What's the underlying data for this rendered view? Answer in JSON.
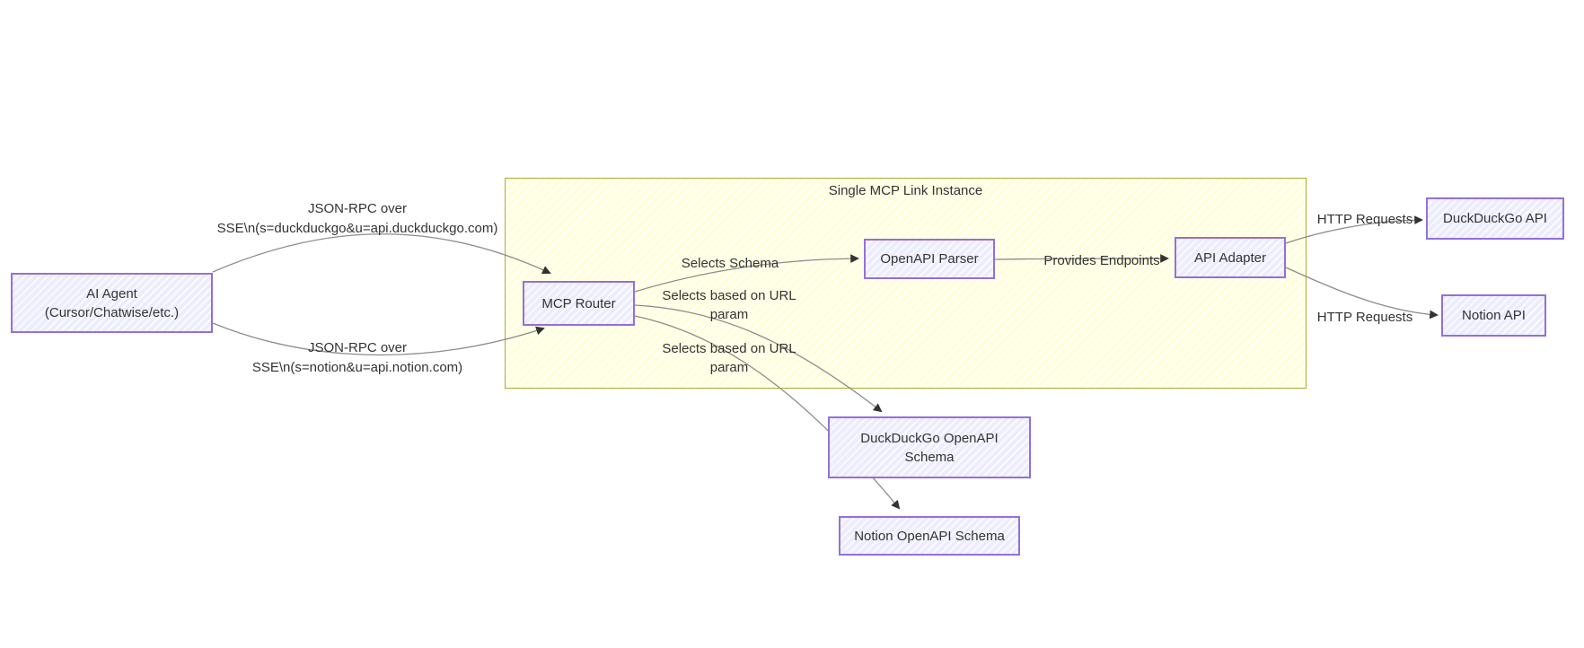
{
  "colors": {
    "background": "#FFFFFF",
    "node_fill": "#ECECFF",
    "node_border": "#9370DB",
    "container_fill": "#FFFFDE",
    "container_border": "#AAAA33",
    "edge_line": "#8C8C8C",
    "arrowhead": "#333333",
    "text": "#333333"
  },
  "container": {
    "title": "Single MCP Link Instance"
  },
  "nodes": {
    "ai_agent": {
      "line1": "AI Agent",
      "line2": "(Cursor/Chatwise/etc.)"
    },
    "mcp_router": {
      "label": "MCP Router"
    },
    "openapi_parser": {
      "label": "OpenAPI Parser"
    },
    "api_adapter": {
      "label": "API Adapter"
    },
    "duckduckgo_api": {
      "label": "DuckDuckGo API"
    },
    "notion_api": {
      "label": "Notion API"
    },
    "duckduckgo_schema": {
      "line1": "DuckDuckGo OpenAPI",
      "line2": "Schema"
    },
    "notion_schema": {
      "label": "Notion OpenAPI Schema"
    }
  },
  "edge_labels": {
    "agent_to_router_duckduckgo": {
      "line1": "JSON-RPC over",
      "line2": "SSE\\n(s=duckduckgo&u=api.duckduckgo.com)"
    },
    "agent_to_router_notion": {
      "line1": "JSON-RPC over",
      "line2": "SSE\\n(s=notion&u=api.notion.com)"
    },
    "router_to_parser": {
      "label": "Selects Schema"
    },
    "router_to_duckduckgo_schema": {
      "line1": "Selects based on URL",
      "line2": "param"
    },
    "router_to_notion_schema": {
      "line1": "Selects based on URL",
      "line2": "param"
    },
    "parser_to_adapter": {
      "label": "Provides Endpoints"
    },
    "adapter_to_duckduckgo_api": {
      "label": "HTTP Requests"
    },
    "adapter_to_notion_api": {
      "label": "HTTP Requests"
    }
  }
}
